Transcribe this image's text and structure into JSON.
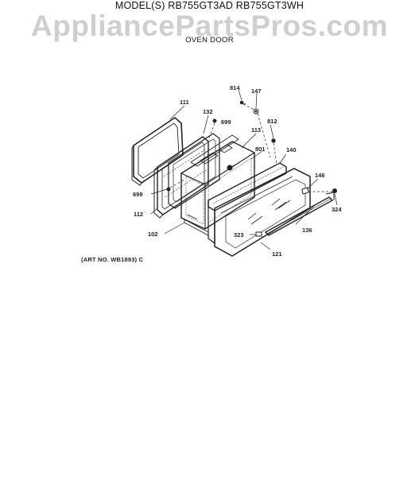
{
  "header": {
    "model_line": "MODEL(S) RB755GT3AD  RB755GT3WH",
    "watermark": "AppliancePartsPros.com",
    "section_title": "OVEN DOOR"
  },
  "footer": {
    "art_number": "(ART NO. WB1893) C"
  },
  "parts": {
    "p814": "814",
    "p147": "147",
    "p111": "111",
    "p132": "132",
    "p699a": "699",
    "p812": "812",
    "p113": "113",
    "p801": "801",
    "p140": "140",
    "p146": "146",
    "p699b": "699",
    "p324": "324",
    "p112": "112",
    "p102": "102",
    "p323": "323",
    "p136": "136",
    "p121": "121"
  }
}
